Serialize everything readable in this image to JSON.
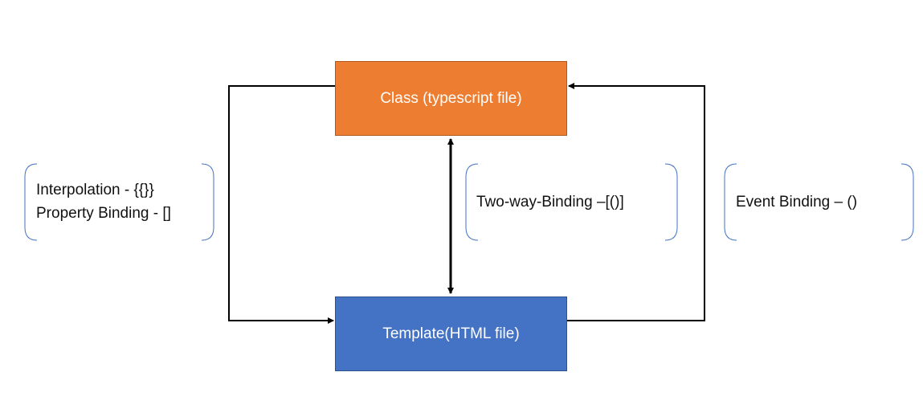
{
  "colors": {
    "class_fill": "#ed7d31",
    "template_fill": "#4472c4",
    "connector": "#000000",
    "bracket": "#4472c4"
  },
  "nodes": {
    "class_label": "Class (typescript file)",
    "template_label": "Template(HTML file)"
  },
  "labels": {
    "left_line1": "Interpolation  - {{}}",
    "left_line2": "Property Binding -  []",
    "middle": "Two-way-Binding –[()]",
    "right": "Event Binding – ()"
  }
}
